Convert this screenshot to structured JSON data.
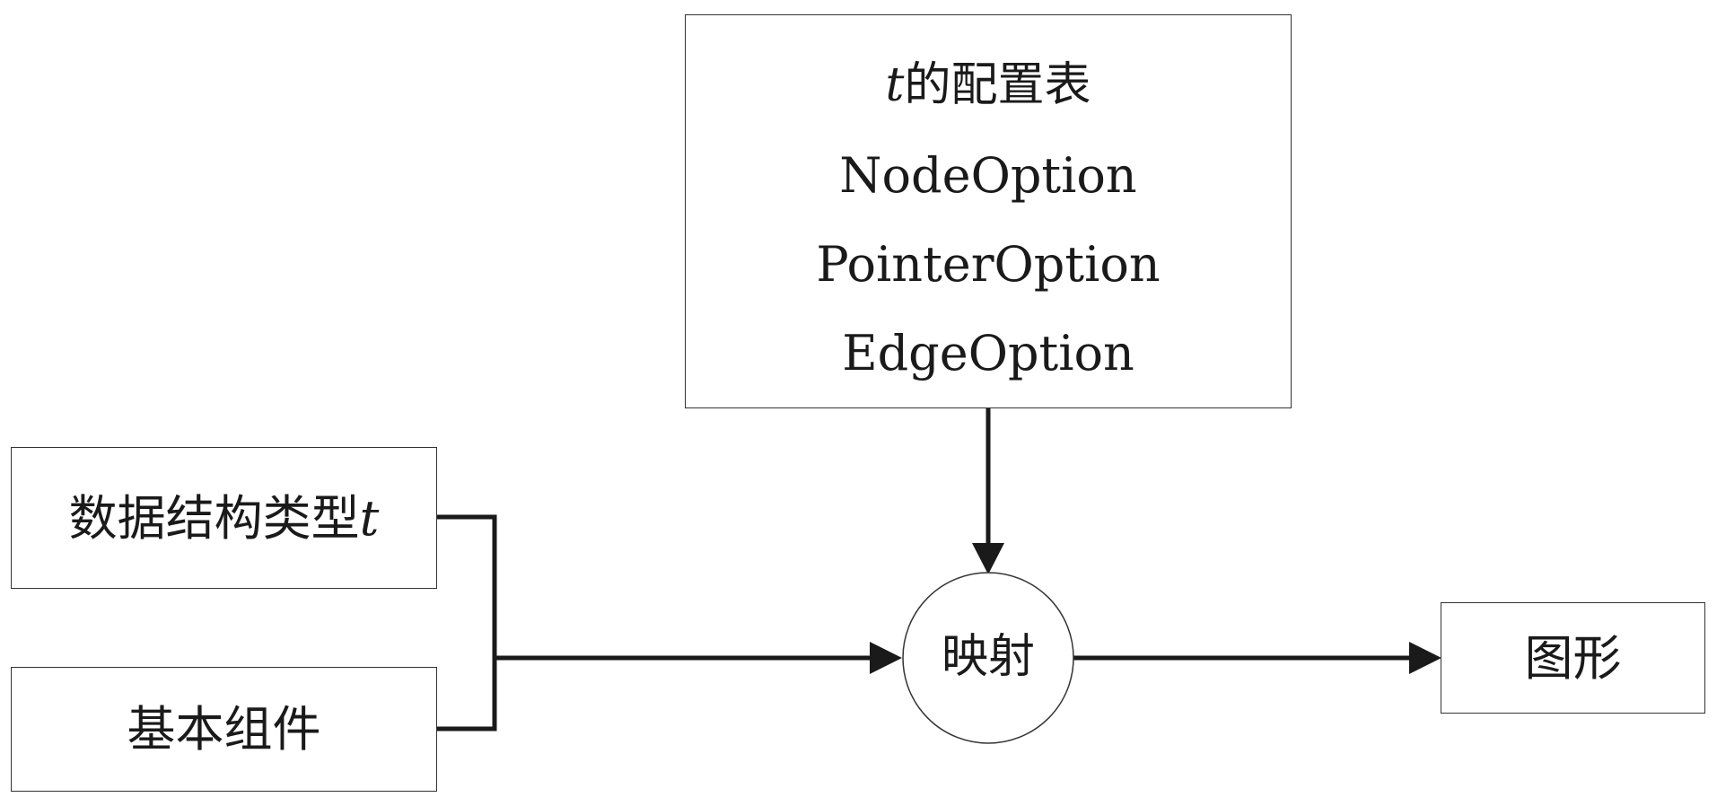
{
  "diagram": {
    "config_box": {
      "title_var": "t",
      "title_text": "的配置表",
      "options": [
        "NodeOption",
        "PointerOption",
        "EdgeOption"
      ]
    },
    "data_type_box": {
      "text": "数据结构类型",
      "var": "t"
    },
    "component_box": {
      "text": "基本组件"
    },
    "mapping_node": {
      "text": "映射"
    },
    "output_box": {
      "text": "图形"
    },
    "colors": {
      "stroke": "#1a1a1a",
      "border": "#333333"
    }
  }
}
